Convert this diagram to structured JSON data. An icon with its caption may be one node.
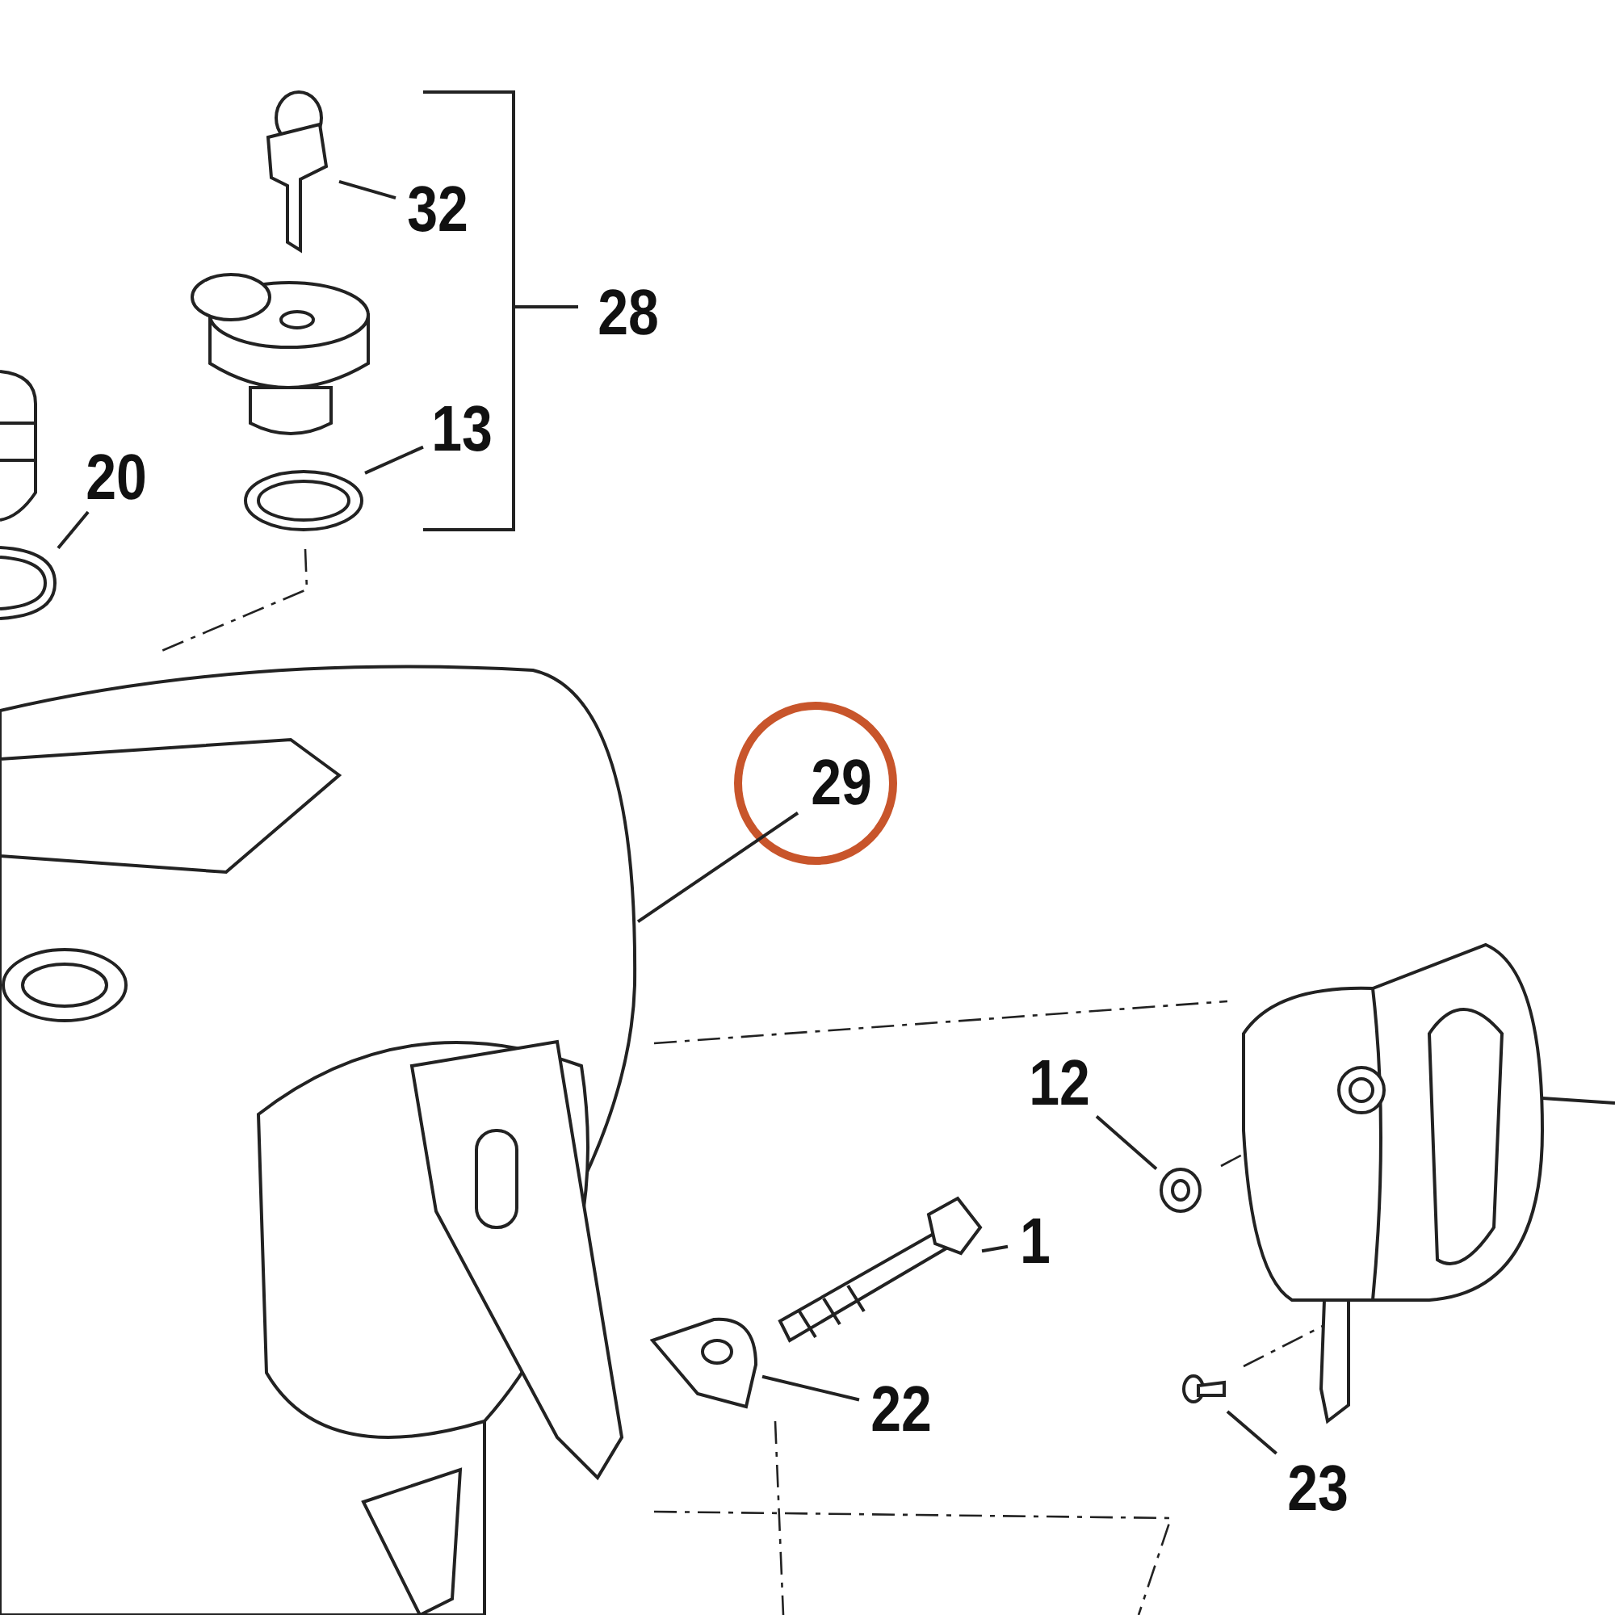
{
  "diagram": {
    "nodes": [
      {
        "text": [],
        "shape": "picture"
      },
      {
        "text": [
          "32"
        ]
      },
      {
        "text": [
          "13"
        ]
      },
      {
        "text": [],
        "shape": "picture"
      },
      {
        "text": [
          "20"
        ]
      },
      {
        "text": [],
        "shape": "picture"
      },
      {
        "text": [
          "29"
        ]
      },
      {
        "text": [],
        "shape": "picture"
      },
      {
        "text": [
          "12"
        ]
      },
      {
        "text": [],
        "shape": "picture"
      },
      {
        "text": [],
        "shape": "picture"
      },
      {
        "text": [
          "1"
        ]
      },
      {
        "text": [
          "22"
        ]
      },
      {
        "text": [],
        "shape": "picture"
      },
      {
        "text": [],
        "shape": "picture"
      },
      {
        "text": [
          "23"
        ]
      }
    ],
    "edges": [
      {
        "from": 1,
        "to": 0,
        "arrow": "none"
      },
      {
        "from": 2,
        "to": 3,
        "arrow": "none"
      },
      {
        "from": 4,
        "to": 5,
        "arrow": "none"
      },
      {
        "from": 6,
        "to": 7,
        "arrow": "none"
      },
      {
        "from": 8,
        "to": 9,
        "arrow": "none"
      },
      {
        "from": 11,
        "to": 10,
        "arrow": "none"
      },
      {
        "from": 12,
        "to": 13,
        "arrow": "none"
      },
      {
        "from": 15,
        "to": 14,
        "arrow": "none"
      }
    ],
    "labels": [
      "28"
    ]
  }
}
